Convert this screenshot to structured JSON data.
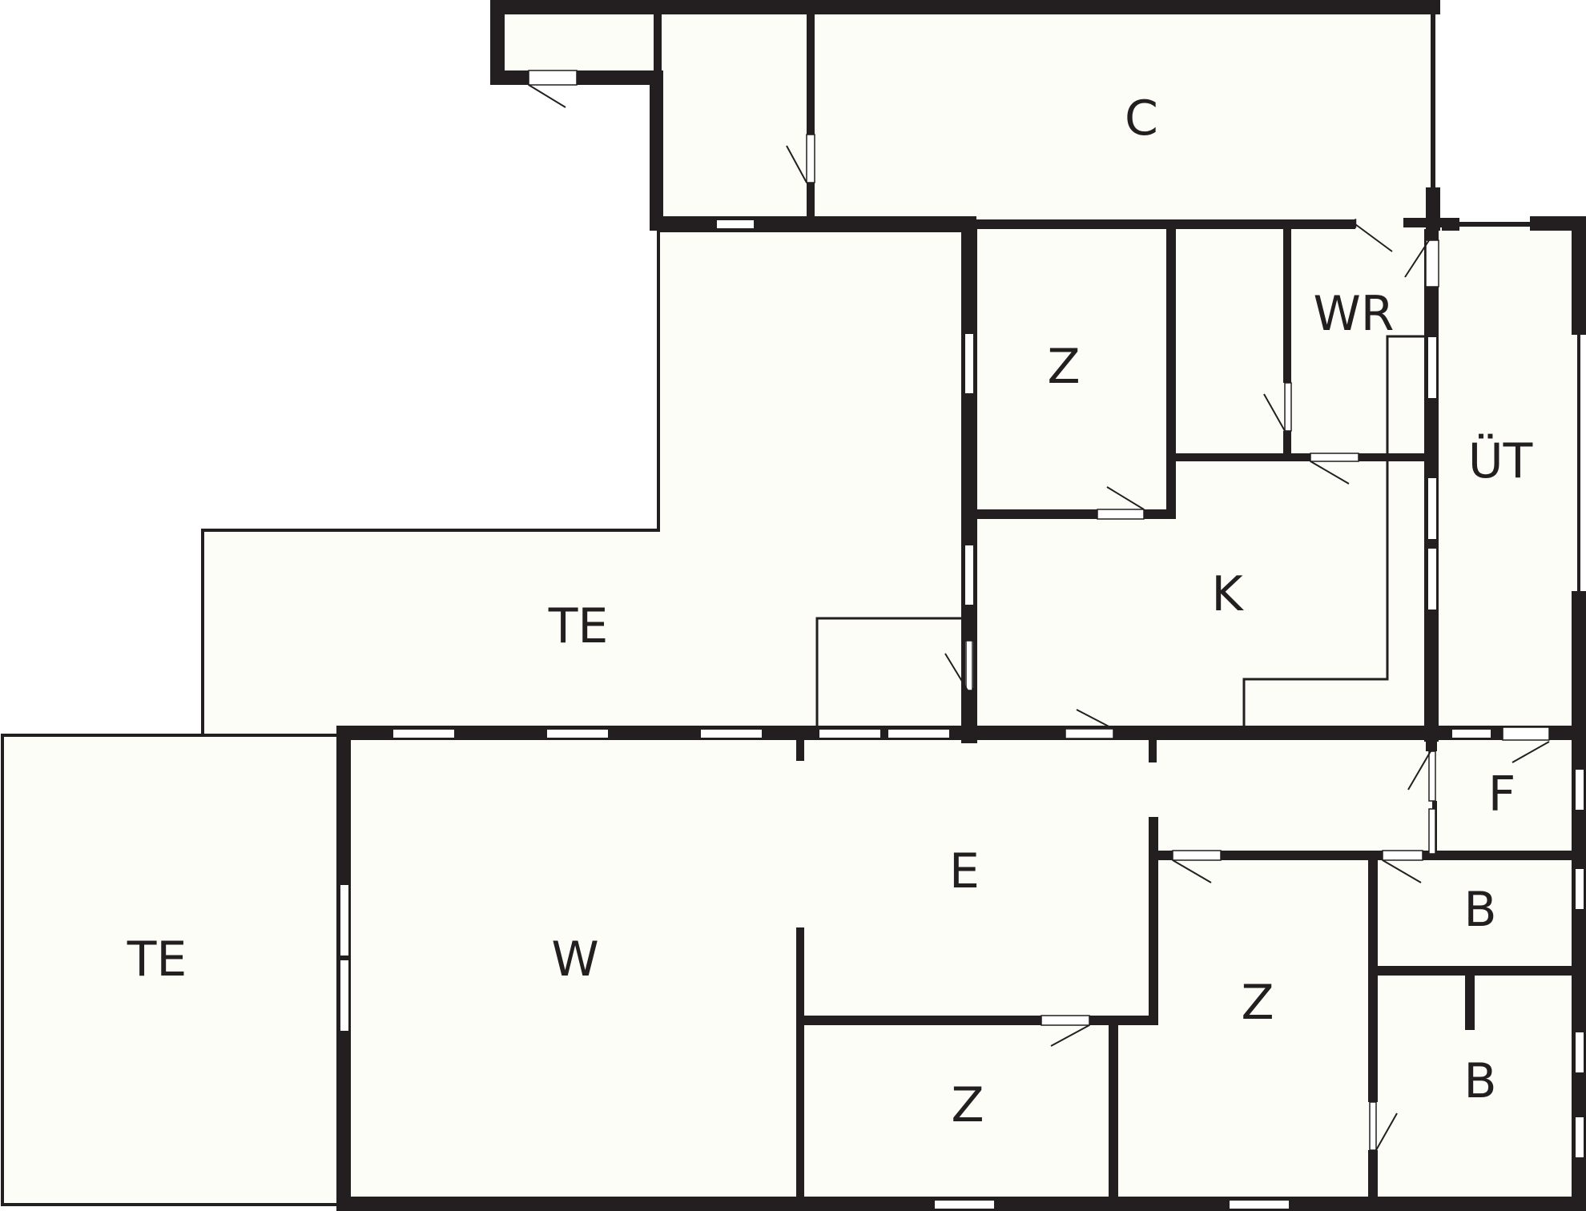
{
  "colors": {
    "wall": "#231f20",
    "floor": "#fdfdf8",
    "background": "#ffffff",
    "window": "#ffffff"
  },
  "labels": {
    "c": "C",
    "wr": "WR",
    "z_top": "Z",
    "ut": "ÜT",
    "te_upper": "TE",
    "k": "K",
    "f": "F",
    "e": "E",
    "b_upper": "B",
    "te_left": "TE",
    "w": "W",
    "z_right": "Z",
    "b_lower": "B",
    "z_bottom": "Z"
  }
}
